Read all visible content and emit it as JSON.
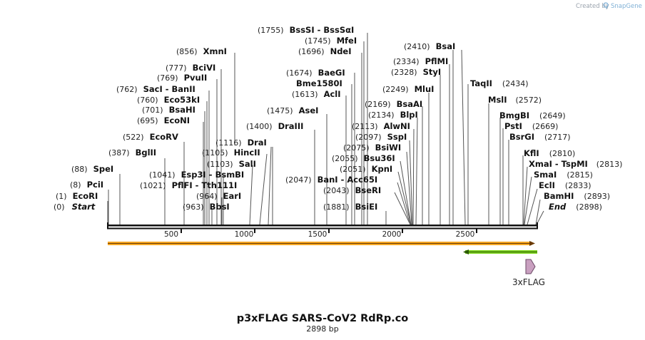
{
  "credit": {
    "prefix": "Created by",
    "brand": "SnapGene"
  },
  "map": {
    "title": "p3xFLAG SARS-CoV2 RdRp.co",
    "subtitle": "2898 bp",
    "length": 2898,
    "ticks": [
      "500",
      "1000",
      "1500",
      "2000",
      "2500"
    ]
  },
  "left_sites": [
    {
      "pos": "(0)",
      "name": "Start",
      "italic": true
    },
    {
      "pos": "(1)",
      "name": "EcoRI"
    },
    {
      "pos": "(8)",
      "name": "PciI"
    },
    {
      "pos": "(88)",
      "name": "SpeI"
    },
    {
      "pos": "(387)",
      "name": "BglII"
    },
    {
      "pos": "(522)",
      "name": "EcoRV"
    },
    {
      "pos": "(695)",
      "name": "EcoNI"
    },
    {
      "pos": "(701)",
      "name": "BsaHI"
    },
    {
      "pos": "(760)",
      "name": "Eco53kI"
    },
    {
      "pos": "(762)",
      "name": "SacI",
      "name2": "BanII"
    },
    {
      "pos": "(769)",
      "name": "PvuII"
    },
    {
      "pos": "(777)",
      "name": "BciVI"
    },
    {
      "pos": "(856)",
      "name": "XmnI"
    },
    {
      "pos": "(963)",
      "name": "BbsI"
    },
    {
      "pos": "(964)",
      "name": "EarI"
    },
    {
      "pos": "(1021)",
      "name": "PflFI",
      "name2": "Tth111I"
    },
    {
      "pos": "(1041)",
      "name": "Esp3I",
      "name2": "BsmBI"
    },
    {
      "pos": "(1103)",
      "name": "SalI"
    },
    {
      "pos": "(1105)",
      "name": "HincII"
    },
    {
      "pos": "(1116)",
      "name": "DraI"
    },
    {
      "pos": "(1400)",
      "name": "DraIII"
    },
    {
      "pos": "(1475)",
      "name": "AseI"
    },
    {
      "pos": "(1613)",
      "name": "AclI"
    },
    {
      "pos": "",
      "name": "Bme1580I"
    },
    {
      "pos": "(1674)",
      "name": "BaeGI"
    },
    {
      "pos": "(1696)",
      "name": "NdeI"
    },
    {
      "pos": "(1745)",
      "name": "MfeI"
    },
    {
      "pos": "(1755)",
      "name": "BssSI",
      "name2": "BssSαI"
    },
    {
      "pos": "(1881)",
      "name": "BsiEI"
    },
    {
      "pos": "(2043)",
      "name": "BseRI"
    },
    {
      "pos": "(2047)",
      "name": "BanI",
      "name2": "Acc65I"
    },
    {
      "pos": "(2051)",
      "name": "KpnI"
    },
    {
      "pos": "(2055)",
      "name": "Bsu36I"
    },
    {
      "pos": "(2075)",
      "name": "BsiWI"
    },
    {
      "pos": "(2097)",
      "name": "SspI"
    },
    {
      "pos": "(2113)",
      "name": "AlwNI"
    },
    {
      "pos": "(2134)",
      "name": "BlpI"
    },
    {
      "pos": "(2169)",
      "name": "BsaAI"
    },
    {
      "pos": "(2249)",
      "name": "MluI"
    },
    {
      "pos": "(2328)",
      "name": "StyI"
    },
    {
      "pos": "(2334)",
      "name": "PflMI"
    },
    {
      "pos": "(2410)",
      "name": "BsaI"
    }
  ],
  "right_sites": [
    {
      "name": "TaqII",
      "pos": "(2434)"
    },
    {
      "name": "MslI",
      "pos": "(2572)"
    },
    {
      "name": "BmgBI",
      "pos": "(2649)"
    },
    {
      "name": "PstI",
      "pos": "(2669)"
    },
    {
      "name": "BsrGI",
      "pos": "(2717)"
    },
    {
      "name": "KflI",
      "pos": "(2810)"
    },
    {
      "name": "XmaI",
      "name2": "TspMI",
      "pos": "(2813)"
    },
    {
      "name": "SmaI",
      "pos": "(2815)"
    },
    {
      "name": "EclI",
      "pos": "(2833)"
    },
    {
      "name": "BamHI",
      "pos": "(2893)"
    },
    {
      "name": "End",
      "italic": true,
      "pos": "(2898)"
    }
  ],
  "features": [
    {
      "name": "",
      "color": "#f5a623",
      "direction": "forward"
    },
    {
      "name": "",
      "color": "#7ed321",
      "direction": "reverse"
    },
    {
      "name": "3xFLAG",
      "color": "#c9a0c0",
      "direction": "forward"
    }
  ]
}
